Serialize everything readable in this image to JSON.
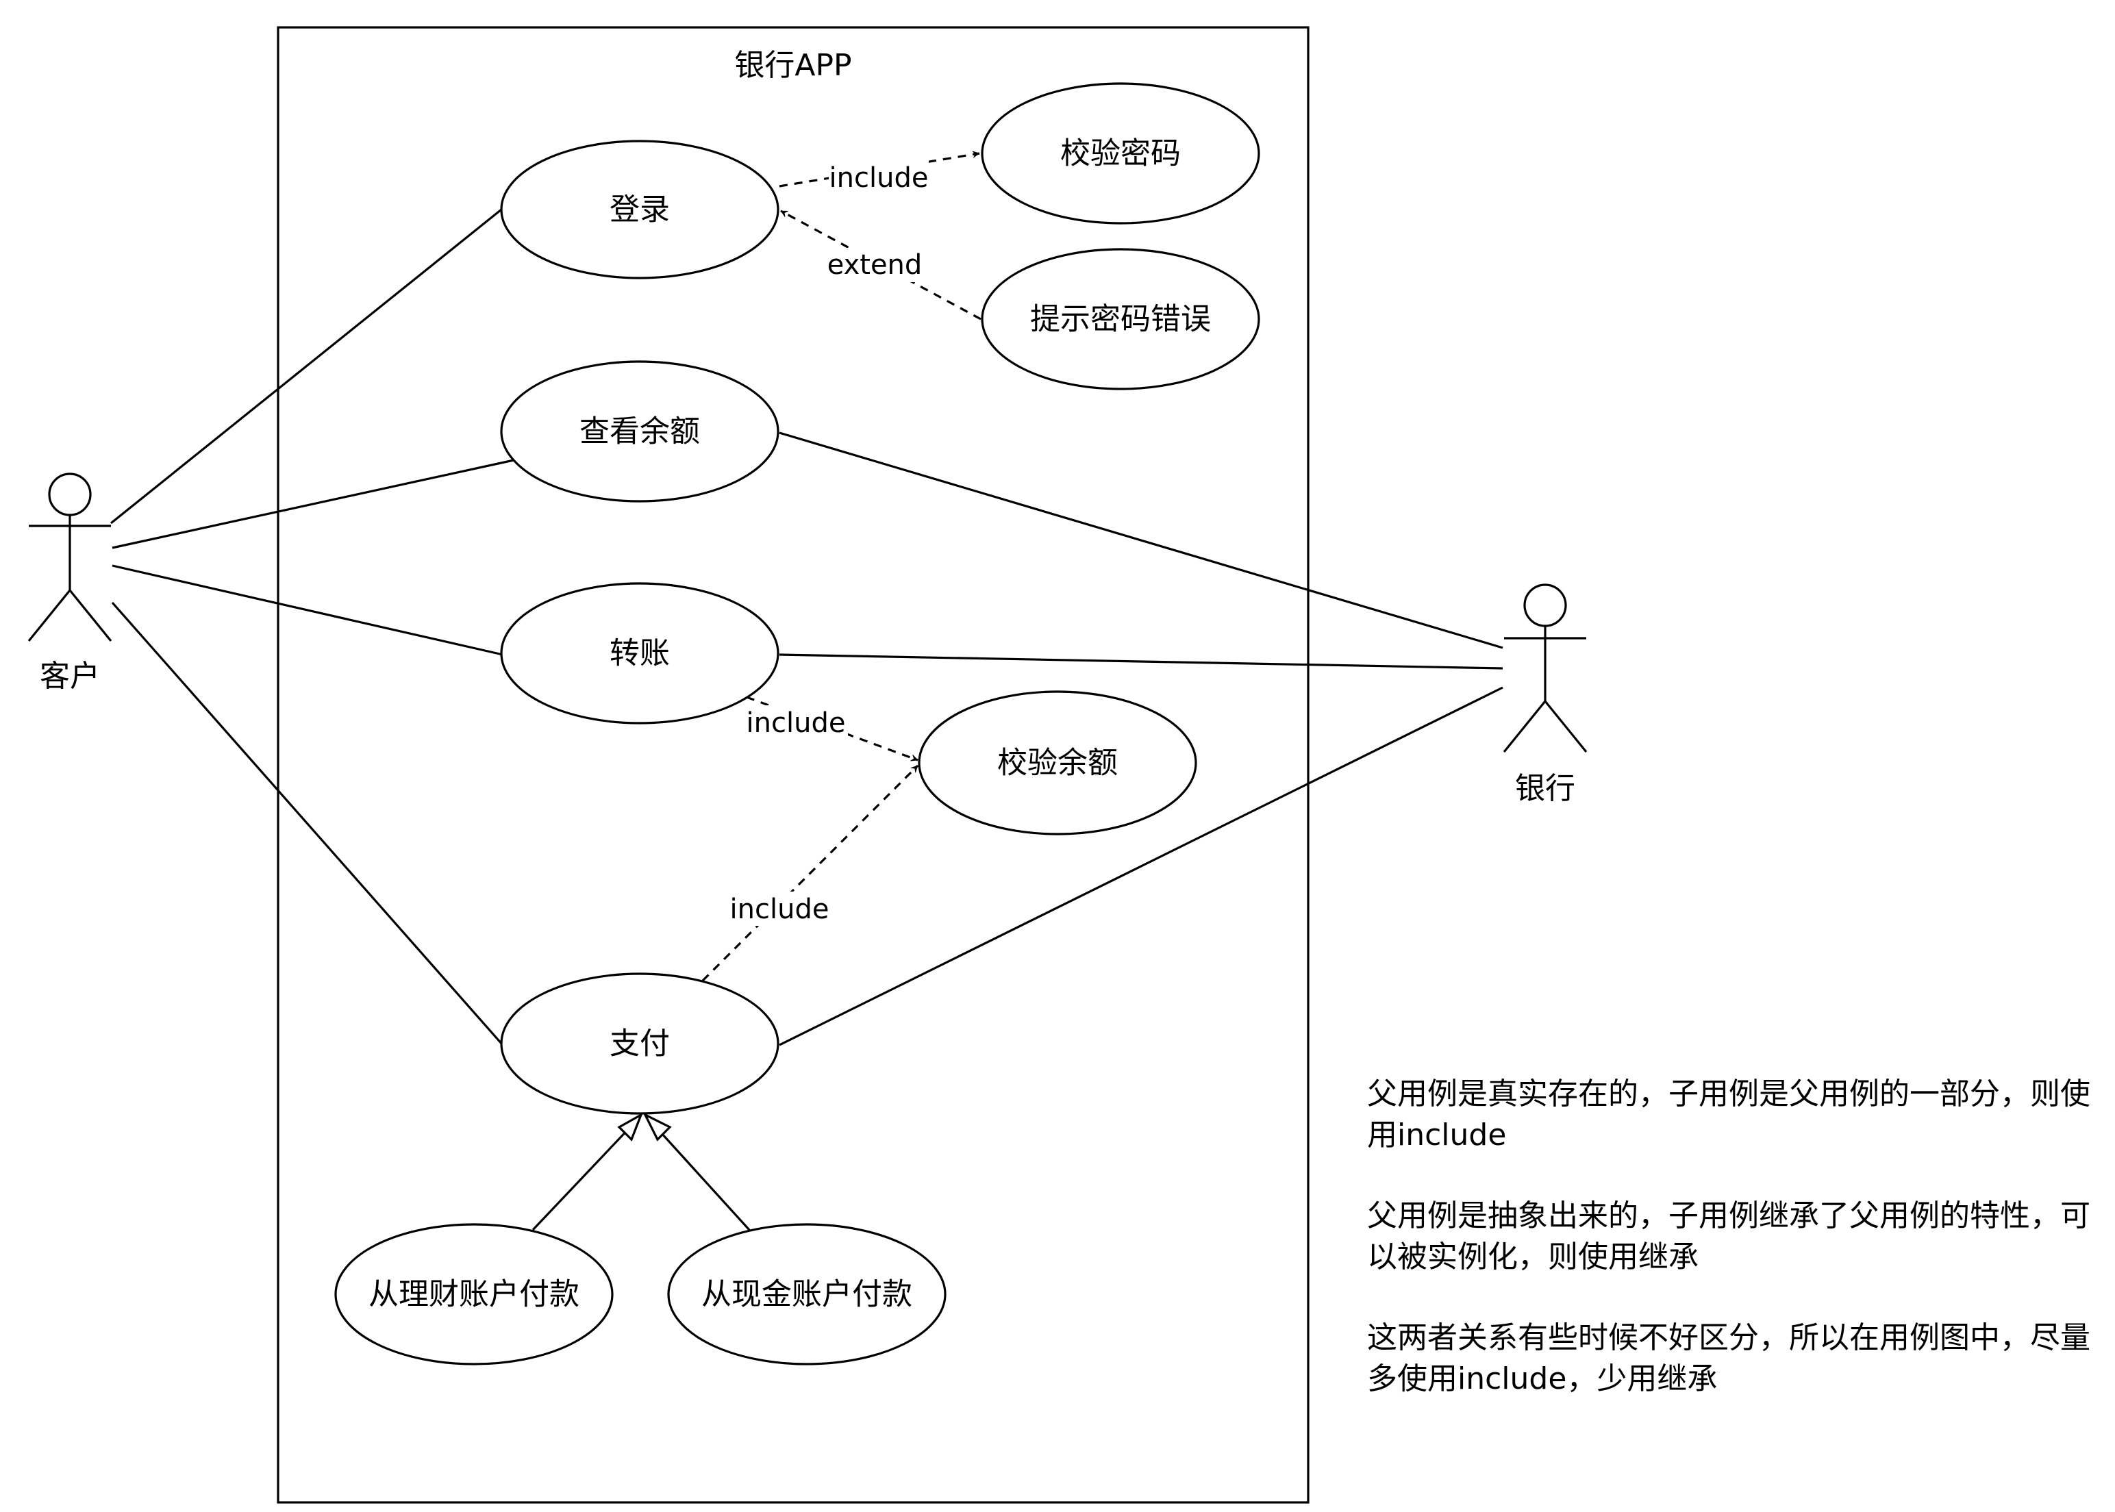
{
  "system": {
    "title": "银行APP"
  },
  "actors": {
    "customer": "客户",
    "bank": "银行"
  },
  "use_cases": {
    "login": "登录",
    "verify_password": "校验密码",
    "wrong_password": "提示密码错误",
    "check_balance": "查看余额",
    "transfer": "转账",
    "verify_balance": "校验余额",
    "pay": "支付",
    "pay_wealth": "从理财账户付款",
    "pay_cash": "从现金账户付款"
  },
  "relations": {
    "login_include": "include",
    "login_extend": "extend",
    "transfer_include": "include",
    "pay_include": "include"
  },
  "notes": [
    "父用例是真实存在的，子用例是父用例的一部分，则使用include",
    "父用例是抽象出来的，子用例继承了父用例的特性，可以被实例化，则使用继承",
    "这两者关系有些时候不好区分，所以在用例图中，尽量多使用include，少用继承"
  ]
}
